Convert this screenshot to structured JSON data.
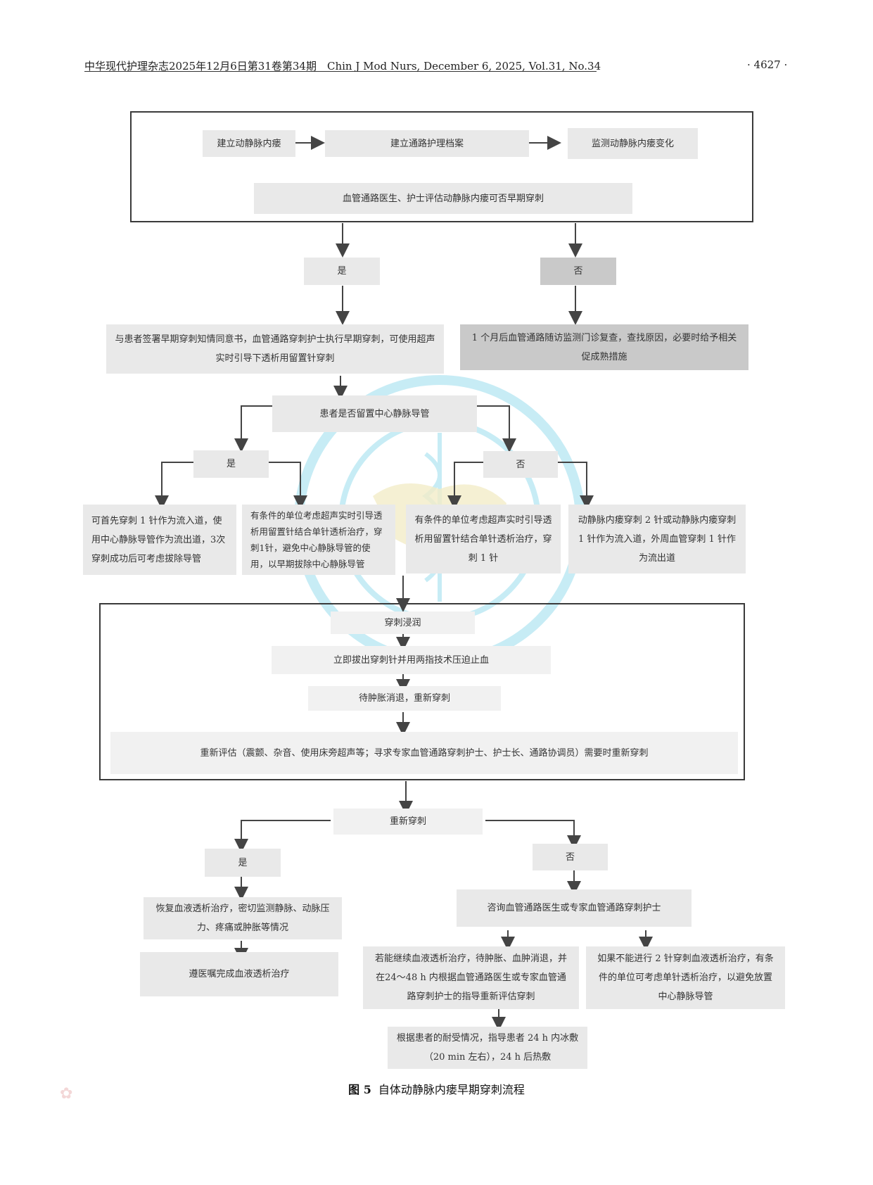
{
  "header": {
    "left": "中华现代护理杂志2025年12月6日第31卷第34期　Chin J Mod Nurs, December 6, 2025, Vol.31, No.34",
    "page": "· 4627 ·"
  },
  "flow": {
    "top_step1": "建立动静脉内瘘",
    "top_step2": "建立通路护理档案",
    "top_step3": "监测动静脉内瘘变化",
    "assess": "血管通路医生、护士评估动静脉内瘘可否早期穿刺",
    "yes1": "是",
    "no1": "否",
    "yes1_action": "与患者签署早期穿刺知情同意书，血管通路穿刺护士执行早期穿刺，可使用超声实时引导下透析用留置针穿刺",
    "no1_action": "1 个月后血管通路随访监测门诊复查，查找原因，必要时给予相关促成熟措施",
    "cvc_question": "患者是否留置中心静脉导管",
    "yes2": "是",
    "no2": "否",
    "yes2_a": "可首先穿刺 1 针作为流入道，使用中心静脉导管作为流出道，3次穿刺成功后可考虑拔除导管",
    "yes2_b": "有条件的单位考虑超声实时引导透析用留置针结合单针透析治疗，穿刺1针，避免中心静脉导管的使用，以早期拔除中心静脉导管",
    "no2_a": "有条件的单位考虑超声实时引导透析用留置针结合单针透析治疗，穿刺 1 针",
    "no2_b": "动静脉内瘘穿刺 2 针或动静脉内瘘穿刺 1 针作为流入道，外周血管穿刺 1 针作为流出道",
    "infiltration": "穿刺浸润",
    "remove_needle": "立即拔出穿刺针并用两指技术压迫止血",
    "wait": "待肿胀消退，重新穿刺",
    "reassess": "重新评估（震颤、杂音、使用床旁超声等；寻求专家血管通路穿刺护士、护士长、通路协调员）需要时重新穿刺",
    "repuncture": "重新穿刺",
    "yes3": "是",
    "no3": "否",
    "yes3_a": "恢复血液透析治疗，密切监测静脉、动脉压力、疼痛或肿胀等情况",
    "yes3_b": "遵医嘱完成血液透析治疗",
    "no3_consult": "咨询血管通路医生或专家血管通路穿刺护士",
    "no3_a": "若能继续血液透析治疗，待肿胀、血肿消退，并在24～48 h 内根据血管通路医生或专家血管通路穿刺护士的指导重新评估穿刺",
    "no3_b": "如果不能进行 2 针穿刺血液透析治疗，有条件的单位可考虑单针透析治疗，以避免放置中心静脉导管",
    "no3_c": "根据患者的耐受情况，指导患者 24 h 内冰敷（20 min 左右），24 h 后热敷"
  },
  "caption": {
    "label": "图 5",
    "text": "自体动静脉内瘘早期穿刺流程"
  },
  "colors": {
    "box": "#e9e9e9",
    "box_dark": "#c9c9c9",
    "frame": "#3a3a3a",
    "watermark": "#c7ecf5"
  }
}
